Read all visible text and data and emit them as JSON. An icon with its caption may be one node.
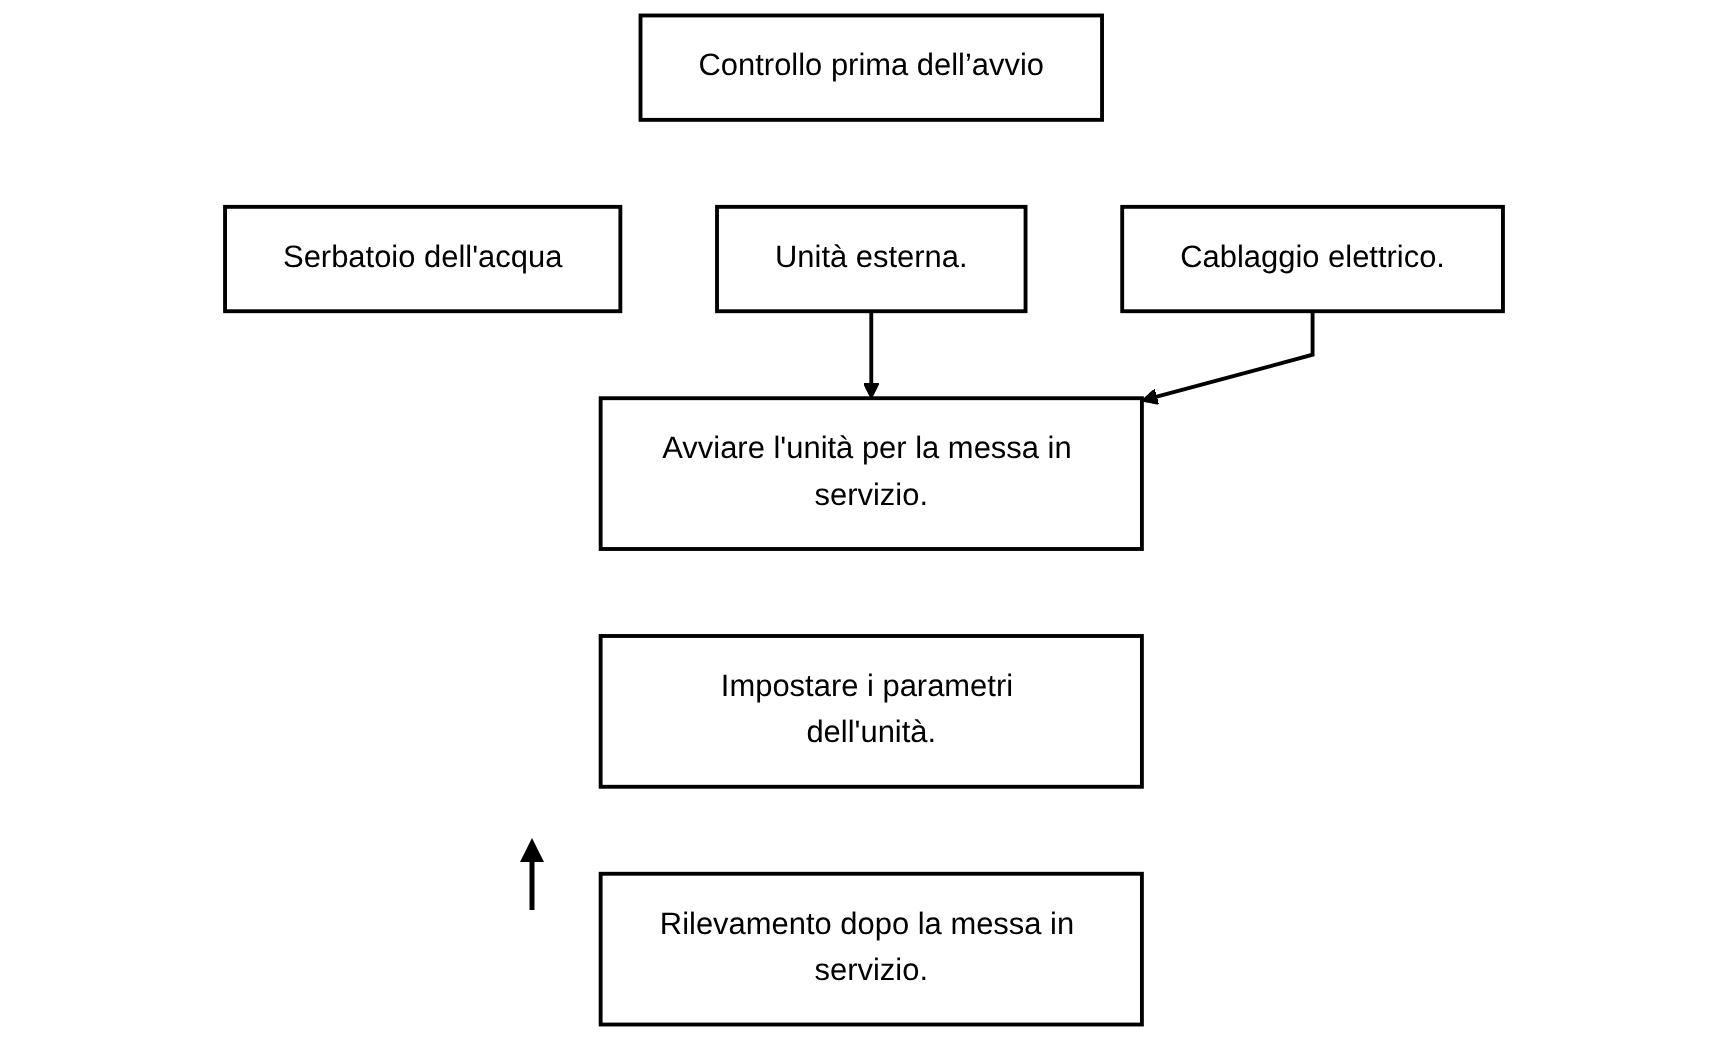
{
  "diagram": {
    "nodes": [
      {
        "text": [
          "Controllo prima dell’avvio"
        ]
      },
      {
        "text": [
          "Unità esterna."
        ]
      },
      {
        "text": [
          "Serbatoio dell'acqua"
        ]
      },
      {
        "text": [
          "Cablaggio elettrico."
        ]
      },
      {
        "text": [
          "Avviare l'unità per la messa in servizio."
        ]
      },
      {
        "text": [
          "Impostare i parametri dell'unità."
        ]
      },
      {
        "text": [
          "Rilevamento dopo la messa in servizio."
        ]
      }
    ],
    "edges": [
      {
        "from": 1,
        "to": 4,
        "arrow": "to"
      },
      {
        "from": 3,
        "to": 4,
        "arrow": "to"
      }
    ]
  }
}
